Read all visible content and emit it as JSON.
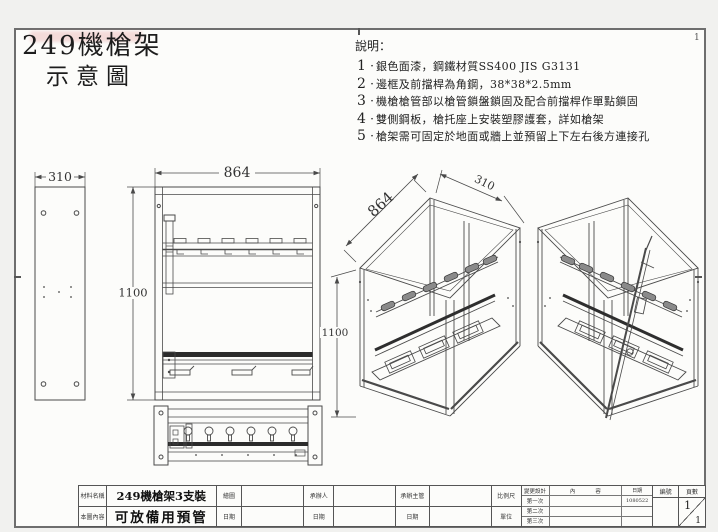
{
  "drawing": {
    "title_line1": "249機槍架",
    "title_line2": "示意圖",
    "zone_marker": "1"
  },
  "notes": {
    "heading": "說明：",
    "sep": "·",
    "items": [
      {
        "num": "1",
        "text": "銀色面漆，鋼鐵材質SS400 JIS G3131"
      },
      {
        "num": "2",
        "text": "邊框及前擋桿為角鋼，38*38*2.5mm"
      },
      {
        "num": "3",
        "text": "機槍槍管部以槍管鎖盤鎖固及配合前擋桿作單點鎖固"
      },
      {
        "num": "4",
        "text": "雙側鋼板，槍托座上安裝塑膠護套，詳如槍架"
      },
      {
        "num": "5",
        "text": "槍架需可固定於地面或牆上並預留上下左右後方連接孔"
      }
    ]
  },
  "dimensions": {
    "side_width": "310",
    "front_width": "864",
    "front_height": "1100",
    "iso_width": "864",
    "iso_depth": "310",
    "iso_height": "1100"
  },
  "title_block": {
    "item_label": "材料名稱",
    "item_value": "249機槍架3支裝",
    "content_label": "本圖內容",
    "content_value": "可放備用預管",
    "draw_label": "繪圖",
    "date_label": "日期",
    "handler_label": "承辦人",
    "supervisor_label": "承辦主管",
    "scale_label": "比例尺",
    "unit_label": "單位",
    "revision": {
      "header": "變更設計",
      "content_header": "內容",
      "date_header": "日期",
      "row1": "第一次",
      "row2": "第二次",
      "row3": "第三次",
      "row1_date": "1080522"
    },
    "number_label": "編號",
    "pages_label": "頁數",
    "page_numerator": "1",
    "page_denominator": "1"
  }
}
